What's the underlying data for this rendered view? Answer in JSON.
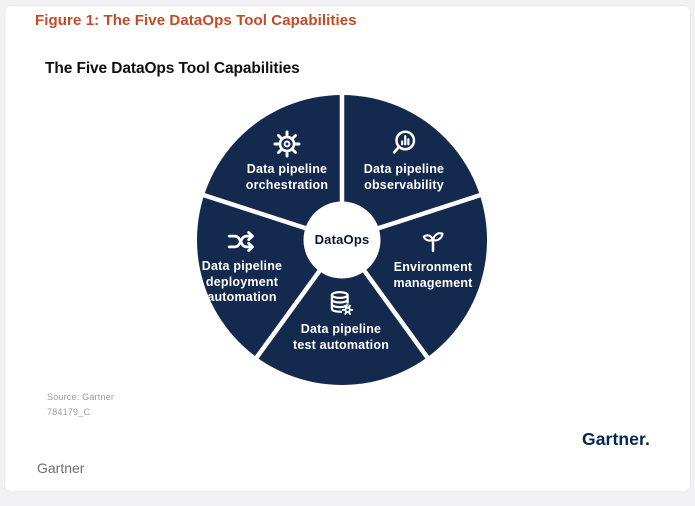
{
  "header": {
    "figure_caption": "Figure 1: The Five DataOps Tool Capabilities"
  },
  "chart_data": {
    "type": "donut",
    "title": "The Five DataOps Tool Capabilities",
    "center_label": "DataOps",
    "equal_segments": true,
    "segments": [
      {
        "label": "Data pipeline orchestration",
        "icon": "gear-icon",
        "lines": [
          "Data pipeline",
          "orchestration"
        ]
      },
      {
        "label": "Data pipeline observability",
        "icon": "magnifier-bar-chart-icon",
        "lines": [
          "Data pipeline",
          "observability"
        ]
      },
      {
        "label": "Environment management",
        "icon": "sprout-leaves-icon",
        "lines": [
          "Environment",
          "management"
        ]
      },
      {
        "label": "Data pipeline test automation",
        "icon": "database-gear-icon",
        "lines": [
          "Data pipeline",
          "test automation"
        ]
      },
      {
        "label": "Data pipeline deployment automation",
        "icon": "shuffle-arrows-icon",
        "lines": [
          "Data pipeline",
          "deployment",
          "automation"
        ]
      }
    ],
    "colors": {
      "segment_fill": "#13294D",
      "divider": "#FFFFFF",
      "label_text": "#FFFFFF",
      "center_text": "#0A1630",
      "figure_title": "#C04B25",
      "logo": "#002856"
    }
  },
  "source": {
    "line1": "Source: Gartner",
    "line2": "784179_C"
  },
  "footer": {
    "logo_text": "Gartner.",
    "page_brand": "Gartner"
  }
}
